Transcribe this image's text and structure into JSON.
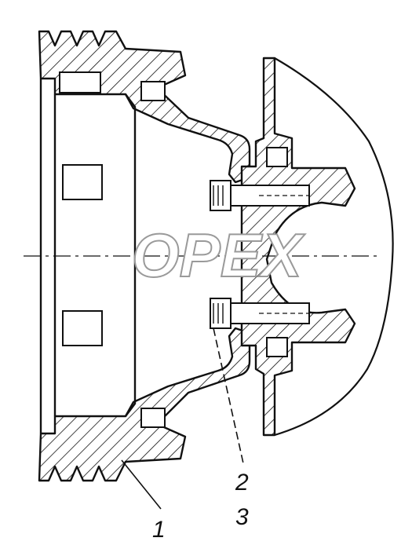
{
  "watermark": {
    "text": "OPEX"
  },
  "callouts": {
    "c1": "1",
    "c2": "2",
    "c3": "3"
  },
  "colors": {
    "line": "#111111",
    "watermark": "#9a9a9a",
    "background": "#ffffff"
  }
}
